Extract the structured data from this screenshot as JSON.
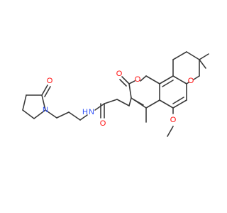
{
  "colors": {
    "bond": "#3a3a3a",
    "carbon": "#3a3a3a",
    "oxygen": "#ff0d0d",
    "nitrogen": "#2f50f8"
  },
  "atoms": {
    "o_lactam": "O",
    "n_ring": "N",
    "n_amide": "N",
    "h_amide": "H",
    "o_amide": "O",
    "o_lactone_carbonyl": "O",
    "o_lactone_ring": "O",
    "o_pyran": "O",
    "o_methoxy": "O"
  }
}
